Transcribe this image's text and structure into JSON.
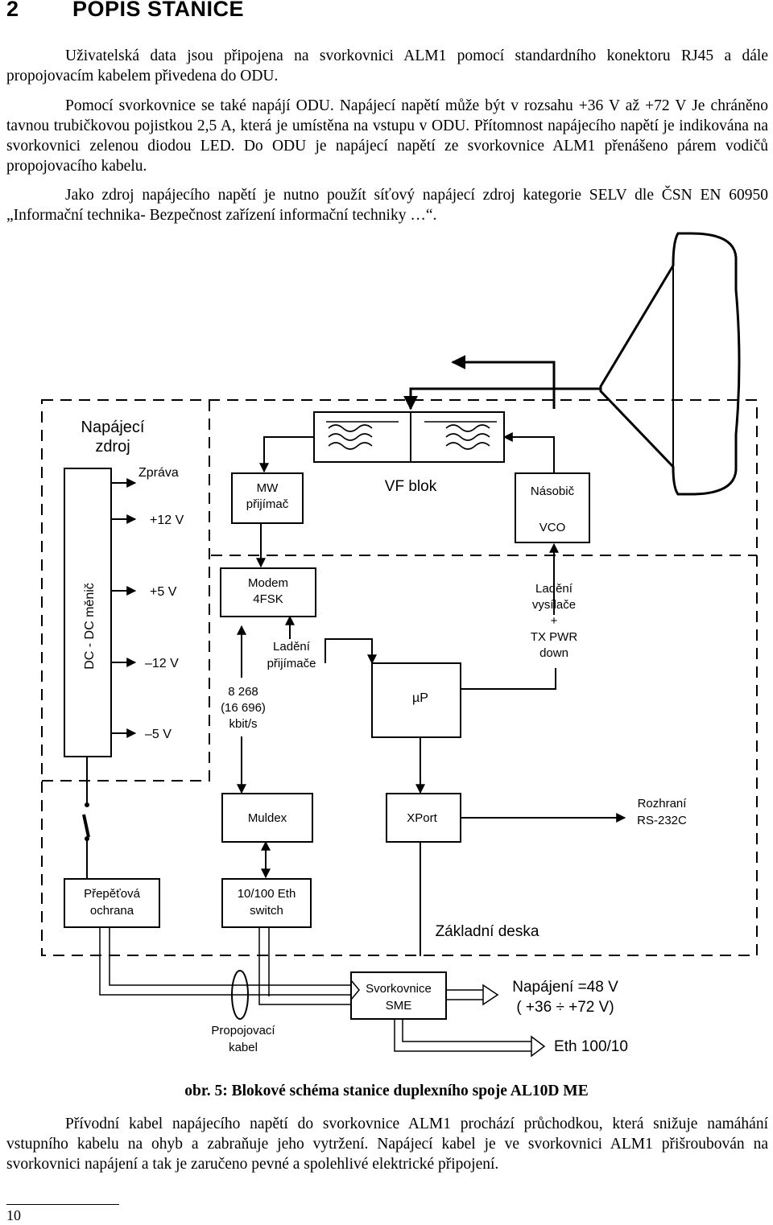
{
  "section": {
    "number": "2",
    "title": "POPIS STANICE"
  },
  "paragraphs": {
    "p1": "Uživatelská data jsou připojena na svorkovnici ALM1 pomocí standardního konektoru RJ45 a dále propojovacím kabelem přivedena do ODU.",
    "p2": "Pomocí svorkovnice se také napájí ODU. Napájecí napětí může být v rozsahu +36 V až +72 V Je chráněno tavnou trubičkovou pojistkou 2,5 A, která je umístěna na vstupu v ODU. Přítomnost napájecího napětí je indikována na svorkovnici zelenou diodou LED. Do ODU je napájecí napětí ze svorkovnice ALM1 přenášeno párem vodičů propojovacího kabelu.",
    "p3": "Jako zdroj napájecího napětí je nutno použít síťový napájecí zdroj kategorie SELV dle ČSN EN 60950 „Informační technika- Bezpečnost zařízení informační techniky …“.",
    "p4": "Přívodní kabel napájecího napětí do svorkovnice ALM1 prochází průchodkou, která snižuje namáhání vstupního kabelu na ohyb a zabraňuje jeho vytržení. Napájecí kabel je ve svorkovnici ALM1 přišroubován na svorkovnici napájení a tak je zaručeno pevné a spolehlivé elektrické připojení."
  },
  "diagram": {
    "power_supply_line1": "Napájecí",
    "power_supply_line2": "zdroj",
    "zprava": "Zpráva",
    "v12p": "+12 V",
    "v5p": "+5 V",
    "v12n": "–12 V",
    "v5n": "–5 V",
    "dcdc": "DC - DC měnič",
    "mw_line1": "MW",
    "mw_line2": "přijímač",
    "vf_blok": "VF blok",
    "nasobic": "Násobič",
    "vco": "VCO",
    "modem_line1": "Modem",
    "modem_line2": "4FSK",
    "ladeni_prij_line1": "Ladění",
    "ladeni_prij_line2": "přijímače",
    "ladeni_vys_line1": "Ladění",
    "ladeni_vys_line2": "vysílače",
    "ladeni_vys_line3": "+",
    "ladeni_vys_line4": "TX PWR",
    "ladeni_vys_line5": "down",
    "rate_line1": "8 268",
    "rate_line2": "(16 696)",
    "rate_line3": "kbit/s",
    "up": "µP",
    "muldex": "Muldex",
    "xport": "XPort",
    "rozhrani_line1": "Rozhraní",
    "rozhrani_line2": "RS-232C",
    "prepetova_line1": "Přepěťová",
    "prepetova_line2": "ochrana",
    "eth_line1": "10/100 Eth",
    "eth_line2": "switch",
    "zakladni": "Základní deska",
    "svork_line1": "Svorkovnice",
    "svork_line2": "SME",
    "propoj_line1": "Propojovací",
    "propoj_line2": "kabel",
    "napajeni_line1": "Napájení =48 V",
    "napajeni_line2": "( +36 ÷ +72 V)",
    "eth10010": "Eth 100/10"
  },
  "caption": "obr. 5: Blokové schéma stanice duplexního spoje AL10D ME",
  "page_number": "10"
}
